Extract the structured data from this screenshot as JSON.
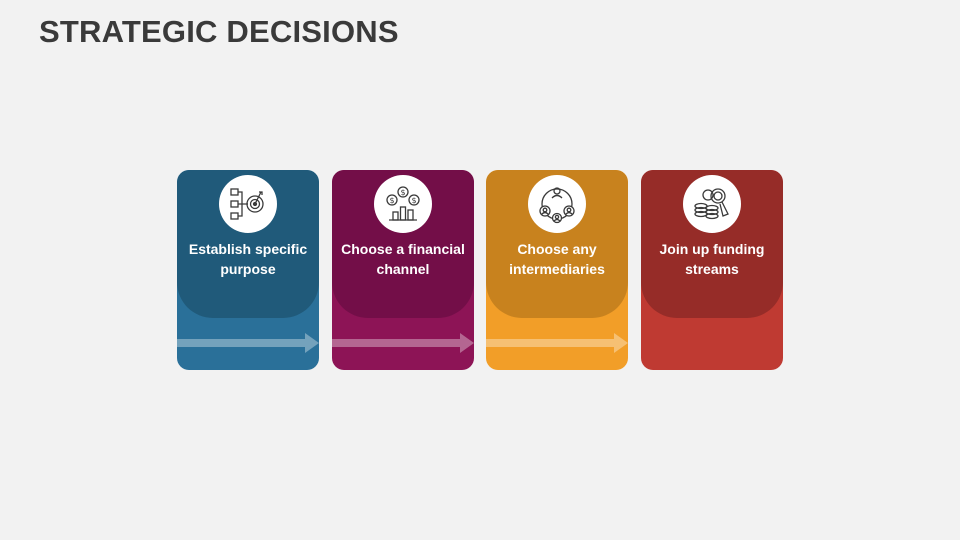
{
  "title": "STRATEGIC DECISIONS",
  "cards": [
    {
      "label": "Establish specific purpose",
      "icon": "target-flowchart-icon",
      "top_color": "#205a7a",
      "bottom_color": "#2a7099",
      "has_arrow": true
    },
    {
      "label": "Choose a financial channel",
      "icon": "dollar-chart-icon",
      "top_color": "#730e48",
      "bottom_color": "#8d1456",
      "has_arrow": true
    },
    {
      "label": "Choose any intermediaries",
      "icon": "people-network-icon",
      "top_color": "#c8821e",
      "bottom_color": "#f29e28",
      "has_arrow": true
    },
    {
      "label": "Join up funding streams",
      "icon": "coins-magnifier-icon",
      "top_color": "#962c28",
      "bottom_color": "#bf3a32",
      "has_arrow": false
    }
  ]
}
